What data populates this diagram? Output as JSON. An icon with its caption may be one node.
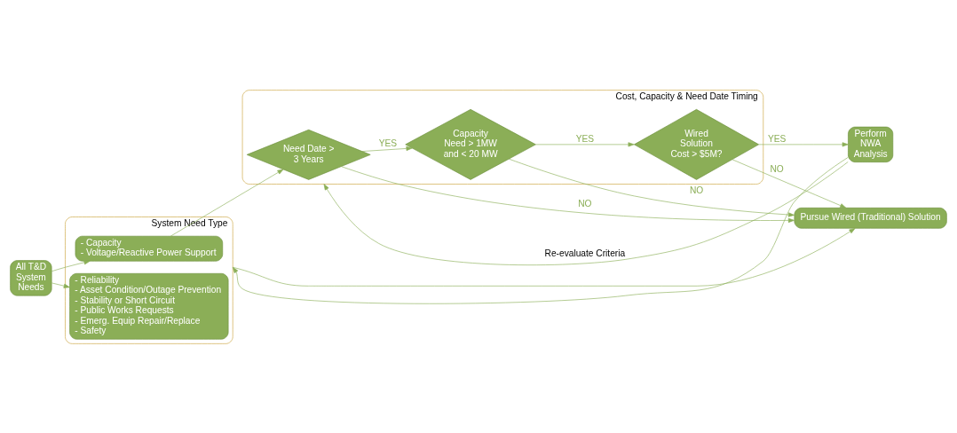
{
  "diagram": {
    "nodes": [
      {
        "text": [
          "All T&D System Needs"
        ]
      },
      {
        "text": [
          "System Need Type"
        ]
      },
      {
        "text": [
          "- Capacity",
          "- Voltage/Reactive Power Support"
        ],
        "in": 1
      },
      {
        "text": [
          "- Reliability",
          "- Asset Condition/Outage Prevention",
          "- Stability or Short Circuit",
          "- Public Works Requests",
          "- Emerg. Equip Repair/Replace",
          "- Safety"
        ],
        "in": 1
      },
      {
        "text": [
          "Cost, Capacity & Need Date Timing"
        ]
      },
      {
        "text": [
          "Need Date > 3 Years"
        ],
        "in": 4
      },
      {
        "text": [
          "Capacity Need > 1MW and < 20 MW"
        ],
        "in": 4
      },
      {
        "text": [
          "Wired Solution Cost > $5M?"
        ],
        "in": 4
      },
      {
        "text": [
          "Perform NWA Analysis"
        ]
      },
      {
        "text": [
          "Pursue Wired (Traditional) Solution"
        ]
      }
    ],
    "edges": [
      {
        "from": 0,
        "to": 2,
        "arrow": "to"
      },
      {
        "from": 0,
        "to": 3,
        "arrow": "to"
      },
      {
        "from": 2,
        "to": 5,
        "arrow": "to"
      },
      {
        "from": 5,
        "to": 6,
        "arrow": "to",
        "label": "YES"
      },
      {
        "from": 6,
        "to": 7,
        "arrow": "to",
        "label": "YES"
      },
      {
        "from": 7,
        "to": 8,
        "arrow": "to",
        "label": "YES"
      },
      {
        "from": 8,
        "to": 4,
        "arrow": "to",
        "label": "Re-evaluate Criteria"
      },
      {
        "from": 8,
        "to": 1,
        "arrow": "to"
      },
      {
        "from": 1,
        "to": 9,
        "arrow": "to"
      },
      {
        "from": 5,
        "to": 9,
        "arrow": "to",
        "label": "NO"
      },
      {
        "from": 6,
        "to": 9,
        "arrow": "to",
        "label": "NO"
      },
      {
        "from": 7,
        "to": 9,
        "arrow": "to",
        "label": "NO"
      }
    ]
  }
}
